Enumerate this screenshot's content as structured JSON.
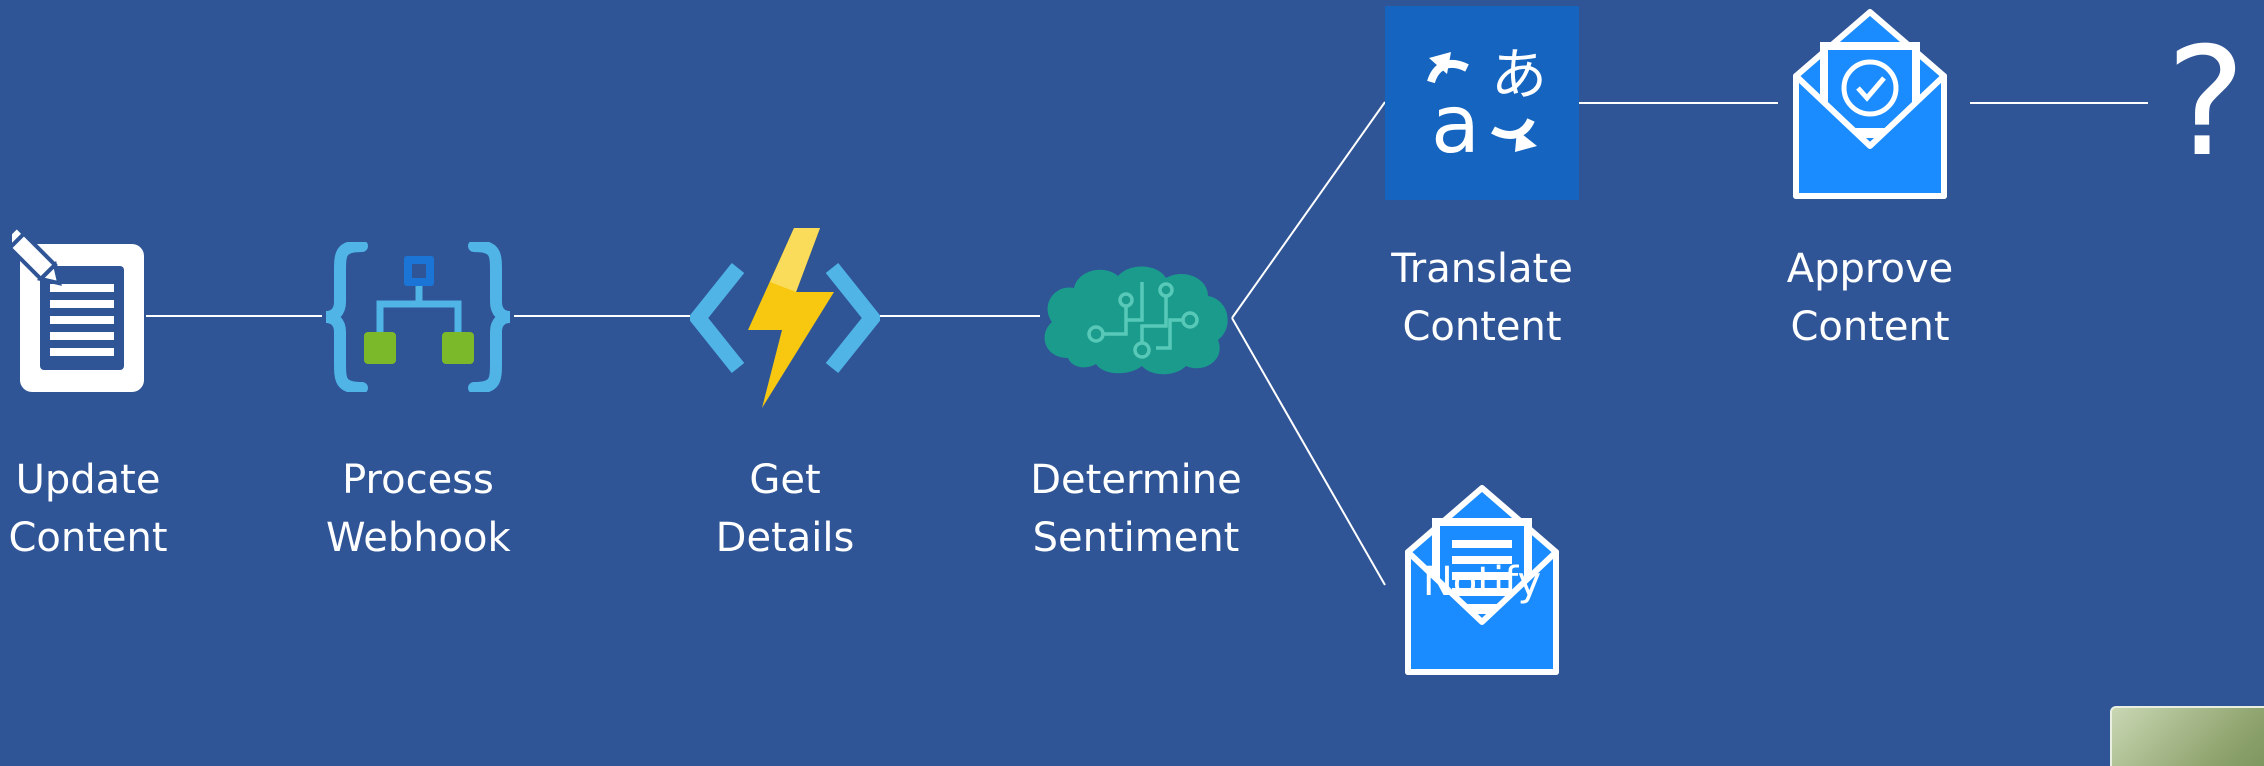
{
  "steps": {
    "update": {
      "line1": "Update",
      "line2": "Content",
      "icon": "document-edit-icon"
    },
    "webhook": {
      "line1": "Process",
      "line2": "Webhook",
      "icon": "logic-app-icon"
    },
    "details": {
      "line1": "Get",
      "line2": "Details",
      "icon": "function-app-icon"
    },
    "sentiment": {
      "line1": "Determine",
      "line2": "Sentiment",
      "icon": "cognitive-brain-icon"
    },
    "translate": {
      "line1": "Translate",
      "line2": "Content",
      "icon": "translator-icon"
    },
    "approve": {
      "line1": "Approve",
      "line2": "Content",
      "icon": "approval-mail-icon"
    },
    "notify": {
      "line1": "Notify",
      "icon": "notification-mail-icon"
    }
  },
  "unknown_step": "?",
  "colors": {
    "background": "#2f5597",
    "connector": "#ffffff",
    "mail_blue": "#1a8cff",
    "translator_blue": "#1565c0",
    "bracket_blue": "#50b4e6",
    "bolt_yellow": "#f7c80f",
    "brain_teal": "#1a9b8c",
    "logic_green": "#7bb92b"
  }
}
